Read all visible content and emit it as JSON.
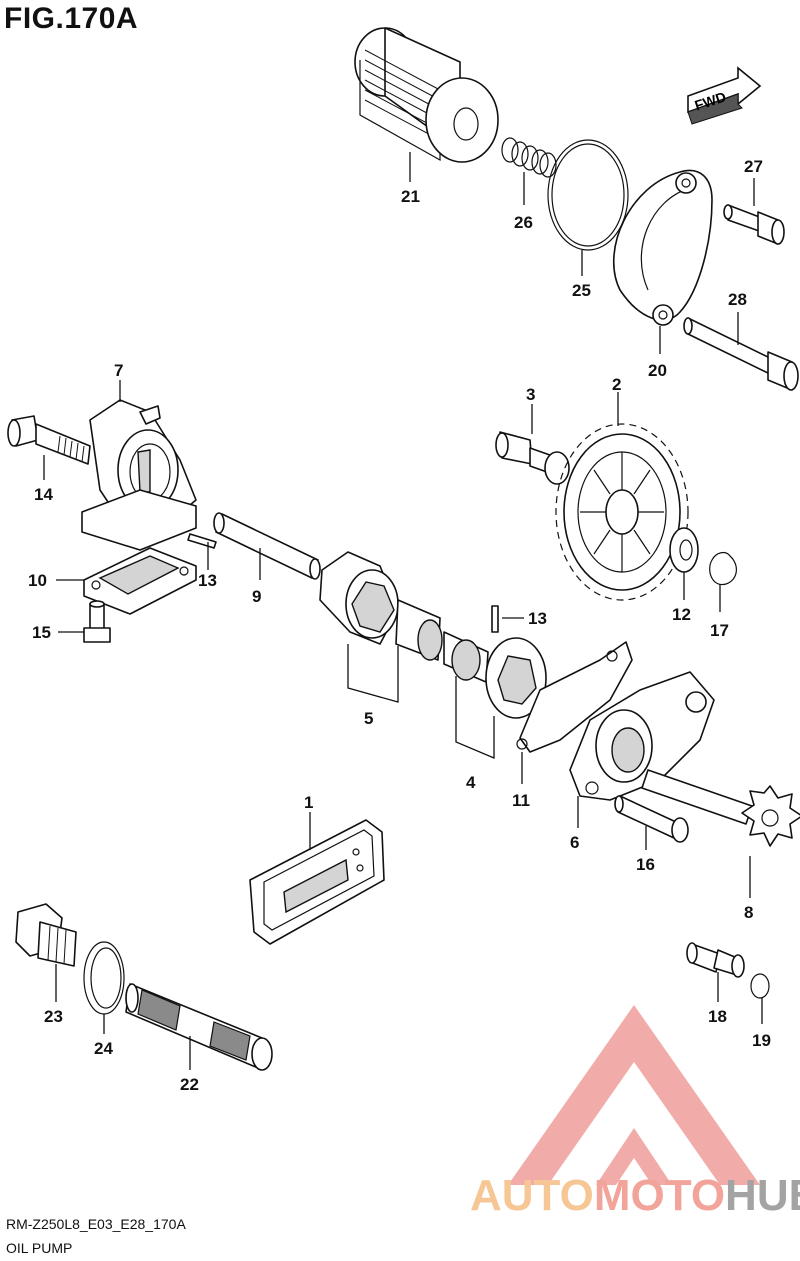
{
  "figure": {
    "title": "FIG.170A",
    "fwd_label": "FWD"
  },
  "footer": {
    "code": "RM-Z250L8_E03_E28_170A",
    "name": "OIL PUMP"
  },
  "watermark": {
    "word_1": "AUTO",
    "word_2": "MOTO",
    "word_3": "HUB",
    "colors": {
      "triangle": "#f0a3a0",
      "auto": "#f6c28a",
      "moto": "#f19a90",
      "hub": "#9a9a9a"
    }
  },
  "callouts": {
    "p1": "1",
    "p2": "2",
    "p3": "3",
    "p4": "4",
    "p5": "5",
    "p6": "6",
    "p7": "7",
    "p8": "8",
    "p9": "9",
    "p10": "10",
    "p11": "11",
    "p12": "12",
    "p13a": "13",
    "p13b": "13",
    "p14": "14",
    "p15": "15",
    "p16": "16",
    "p17": "17",
    "p18": "18",
    "p19": "19",
    "p20": "20",
    "p21": "21",
    "p22": "22",
    "p23": "23",
    "p24": "24",
    "p25": "25",
    "p26": "26",
    "p27": "27",
    "p28": "28"
  }
}
